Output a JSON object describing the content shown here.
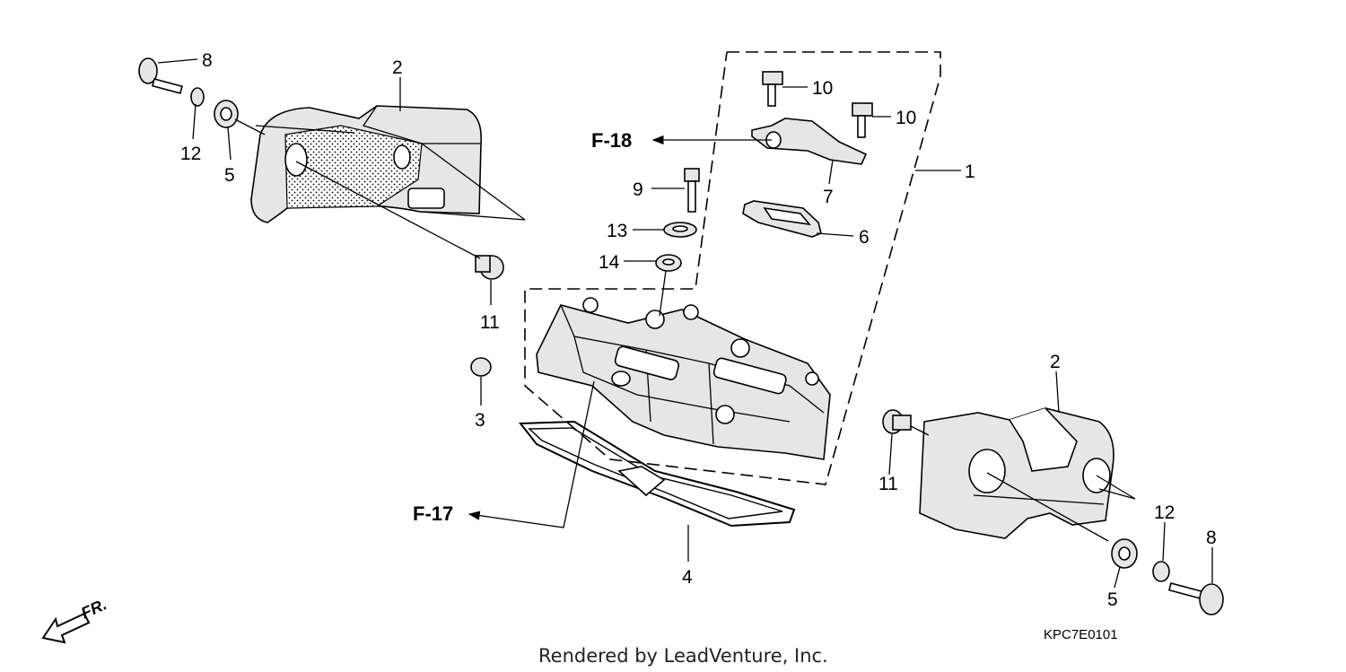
{
  "callouts": {
    "c1": "1",
    "c2a": "2",
    "c2b": "2",
    "c3": "3",
    "c4": "4",
    "c5a": "5",
    "c5b": "5",
    "c6": "6",
    "c7": "7",
    "c8a": "8",
    "c8b": "8",
    "c9": "9",
    "c10a": "10",
    "c10b": "10",
    "c11a": "11",
    "c11b": "11",
    "c12a": "12",
    "c12b": "12",
    "c13": "13",
    "c14": "14"
  },
  "references": {
    "f18": "F-18",
    "f17": "F-17"
  },
  "direction_label": "FR.",
  "diagram_code": "KPC7E0101",
  "credit": "Rendered by LeadVenture, Inc."
}
